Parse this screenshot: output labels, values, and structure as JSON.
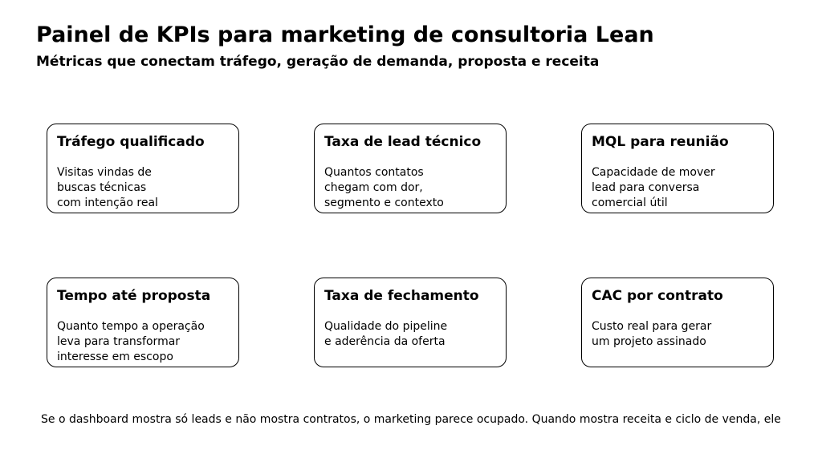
{
  "header": {
    "title": "Painel de KPIs para marketing de consultoria Lean",
    "subtitle": "Métricas que conectam tráfego, geração de demanda, proposta e receita"
  },
  "cards": [
    {
      "title": "Tráfego qualificado",
      "description": "Visitas vindas de\nbuscas técnicas\ncom intenção real"
    },
    {
      "title": "Taxa de lead técnico",
      "description": "Quantos contatos\nchegam com dor,\nsegmento e contexto"
    },
    {
      "title": "MQL para reunião",
      "description": "Capacidade de mover\nlead para conversa\ncomercial útil"
    },
    {
      "title": "Tempo até proposta",
      "description": "Quanto tempo a operação\nleva para transformar\ninteresse em escopo"
    },
    {
      "title": "Taxa de fechamento",
      "description": "Qualidade do pipeline\ne aderência da oferta"
    },
    {
      "title": "CAC por contrato",
      "description": "Custo real para gerar\num projeto assinado"
    }
  ],
  "footer": {
    "text": "Se o dashboard mostra só leads e não mostra contratos, o marketing parece ocupado. Quando mostra receita e ciclo de venda, ele"
  }
}
